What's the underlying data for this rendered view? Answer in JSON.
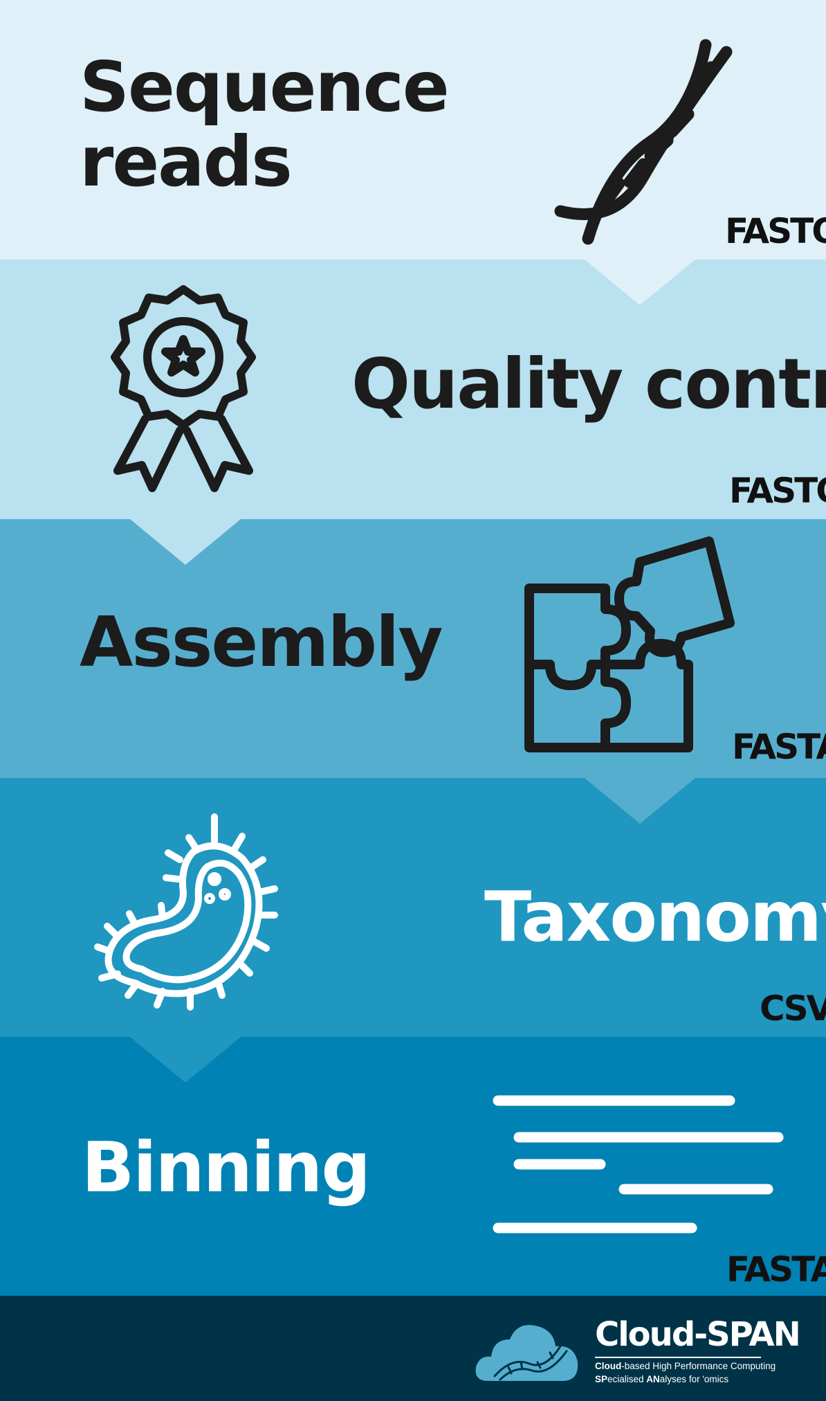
{
  "colors": {
    "stage1": "#dff0f8",
    "stage2": "#b9e1ef",
    "stage3": "#56aecf",
    "stage4": "#1f97c0",
    "stage5": "#0082b5",
    "footer": "#003347",
    "dark_text": "#1c1c1c",
    "light_text": "#ffffff"
  },
  "stages": [
    {
      "title_line1": "Sequence",
      "title_line2": "reads",
      "format": "FASTQ",
      "icon": "dna-icon"
    },
    {
      "title": "Quality control",
      "format": "FASTQ",
      "icon": "award-badge-icon"
    },
    {
      "title": "Assembly",
      "format": "FASTA",
      "icon": "puzzle-icon"
    },
    {
      "title": "Taxonomy",
      "format": "CSV",
      "icon": "bacterium-icon"
    },
    {
      "title": "Binning",
      "format": "FASTA",
      "icon": "sequence-lines-icon"
    }
  ],
  "footer": {
    "logo_icon": "cloud-dna-icon",
    "brand": "Cloud-SPAN",
    "tagline_1_bold": "Cloud",
    "tagline_1_rest": "-based High Performance Computing",
    "tagline_2_bold_1": "SP",
    "tagline_2_mid_1": "ecialised ",
    "tagline_2_bold_2": "AN",
    "tagline_2_rest": "alyses for 'omics"
  }
}
